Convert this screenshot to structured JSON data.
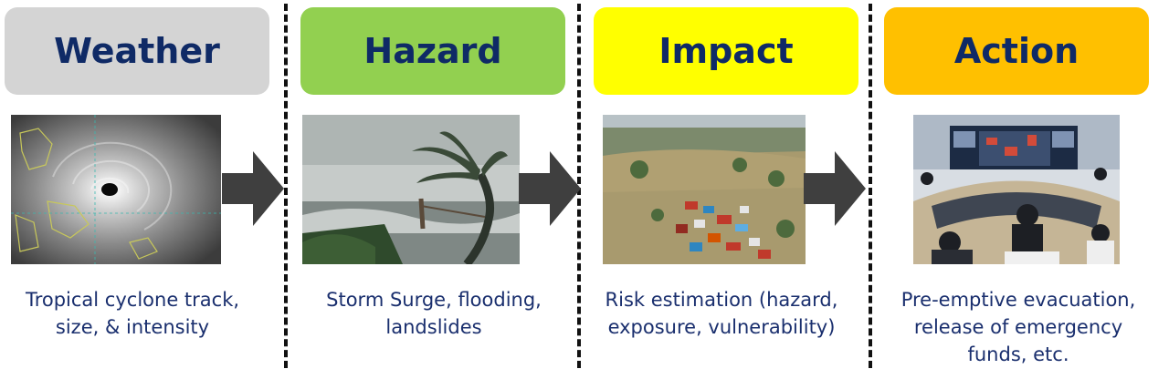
{
  "stages": [
    {
      "title": "Weather",
      "color": "#d4d4d4",
      "image_icon": "satellite-cyclone-image",
      "caption": "Tropical cyclone track,\nsize, & intensity"
    },
    {
      "title": "Hazard",
      "color": "#92d050",
      "image_icon": "storm-palm-tree-image",
      "caption": "Storm Surge, flooding,\nlandslides"
    },
    {
      "title": "Impact",
      "color": "#ffff00",
      "image_icon": "flooded-town-aerial-image",
      "caption": "Risk estimation (hazard,\nexposure, vulnerability)"
    },
    {
      "title": "Action",
      "color": "#ffc000",
      "image_icon": "emergency-meeting-room-image",
      "caption": "Pre-emptive evacuation,\nrelease of emergency\nfunds, etc."
    }
  ],
  "arrow_color": "#3f3f3f"
}
